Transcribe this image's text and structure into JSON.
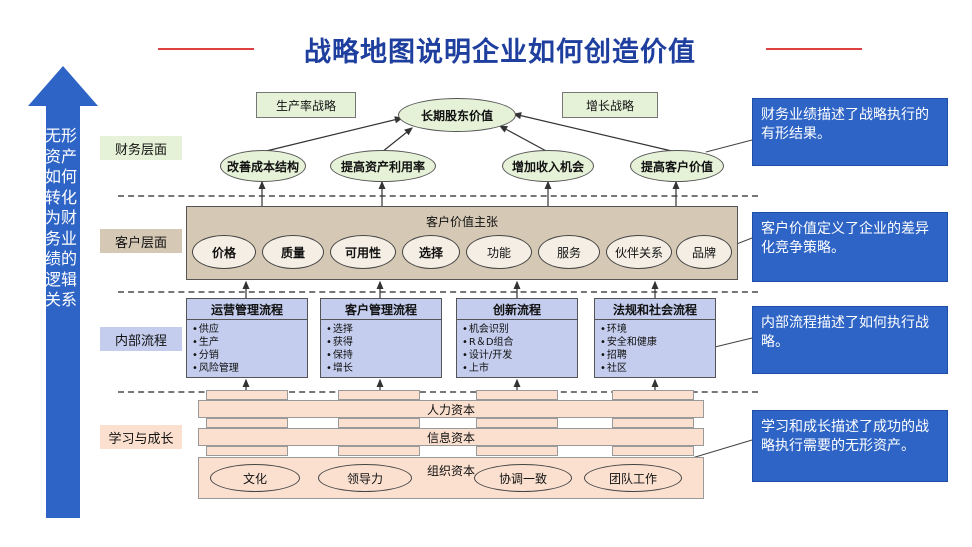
{
  "title": "战略地图说明企业如何创造价值",
  "left_arrow_text": "无形资产如何转化为财务业绩的逻辑关系",
  "layers": {
    "financial": "财务层面",
    "customer": "客户层面",
    "internal": "内部流程",
    "learning": "学习与成长"
  },
  "financial": {
    "productivity_strategy": "生产率战略",
    "growth_strategy": "增长战略",
    "shareholder_value": "长期股东价值",
    "items": [
      "改善成本结构",
      "提高资产利用率",
      "增加收入机会",
      "提高客户价值"
    ]
  },
  "customer": {
    "title": "客户价值主张",
    "items": [
      "价格",
      "质量",
      "可用性",
      "选择",
      "功能",
      "服务",
      "伙伴关系",
      "品牌"
    ]
  },
  "processes": [
    {
      "title": "运营管理流程",
      "items": [
        "供应",
        "生产",
        "分销",
        "风险管理"
      ]
    },
    {
      "title": "客户管理流程",
      "items": [
        "选择",
        "获得",
        "保持",
        "增长"
      ]
    },
    {
      "title": "创新流程",
      "items": [
        "机会识别",
        "R＆D组合",
        "设计/开发",
        "上市"
      ]
    },
    {
      "title": "法规和社会流程",
      "items": [
        "环境",
        "安全和健康",
        "招聘",
        "社区"
      ]
    }
  ],
  "learning": {
    "human_capital": "人力资本",
    "information_capital": "信息资本",
    "organization_capital": "组织资本",
    "items": [
      "文化",
      "领导力",
      "协调一致",
      "团队工作"
    ]
  },
  "callouts": [
    "财务业绩描述了战略执行的有形结果。",
    "客户价值定义了企业的差异化竞争策略。",
    "内部流程描述了如何执行战略。",
    "学习和成长描述了成功的战略执行需要的无形资产。"
  ],
  "colors": {
    "title": "#1f3f9f",
    "arrow": "#2e64c5",
    "financial_fill": "#e6f2d8",
    "customer_fill": "#d5c8b5",
    "process_fill": "#c4cdee",
    "learning_fill": "#fbe0d0",
    "callout": "#2e64c5"
  }
}
